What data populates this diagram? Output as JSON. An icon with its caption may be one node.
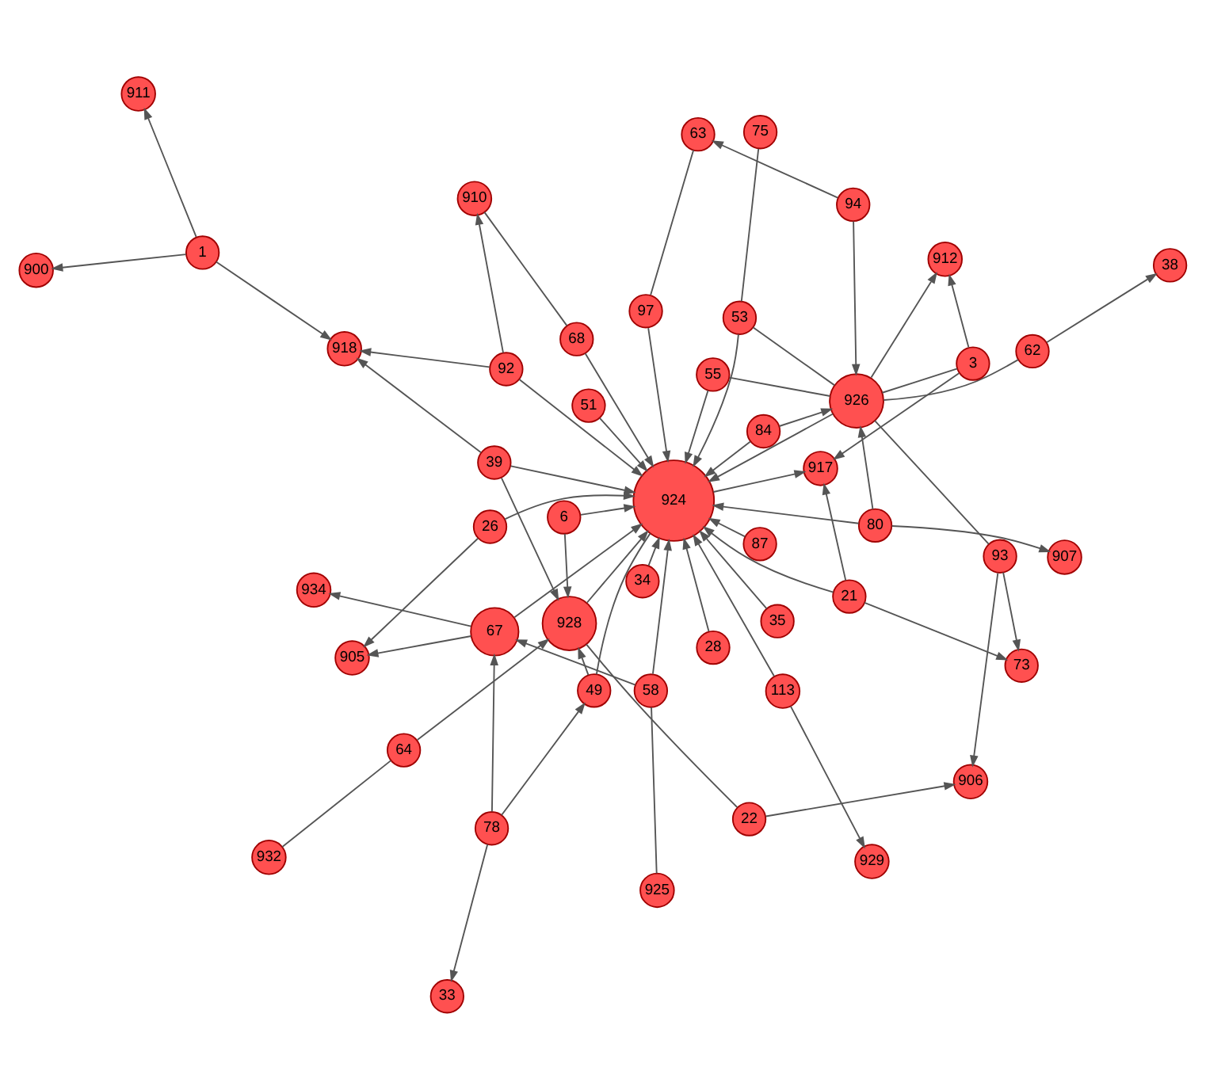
{
  "diagram": {
    "nodes": [
      {
        "text": [
          "932"
        ]
      },
      {
        "text": [
          "64"
        ]
      },
      {
        "text": [
          "67"
        ]
      },
      {
        "text": [
          "934"
        ]
      },
      {
        "text": [
          "38"
        ]
      },
      {
        "text": [
          "62"
        ]
      },
      {
        "text": [
          "22"
        ]
      },
      {
        "text": [
          "906"
        ]
      },
      {
        "text": [
          "925"
        ]
      },
      {
        "text": [
          "58"
        ]
      },
      {
        "text": [
          "928"
        ]
      },
      {
        "text": [
          "905"
        ]
      },
      {
        "text": [
          "35"
        ]
      },
      {
        "text": [
          "93"
        ]
      },
      {
        "text": [
          "78"
        ]
      },
      {
        "text": [
          "33"
        ]
      },
      {
        "text": [
          "929"
        ]
      },
      {
        "text": [
          "911"
        ]
      },
      {
        "text": [
          "900"
        ]
      },
      {
        "text": [
          "912"
        ]
      },
      {
        "text": [
          "1"
        ]
      },
      {
        "text": [
          "84"
        ]
      },
      {
        "text": [
          "55"
        ]
      },
      {
        "text": [
          "3"
        ]
      },
      {
        "text": [
          "49"
        ]
      },
      {
        "text": [
          "113"
        ]
      },
      {
        "text": [
          "926"
        ]
      },
      {
        "text": [
          "39"
        ]
      },
      {
        "text": [
          "924"
        ]
      },
      {
        "text": [
          "28"
        ]
      },
      {
        "text": [
          "918"
        ]
      },
      {
        "text": [
          "53"
        ]
      },
      {
        "text": [
          "26"
        ]
      },
      {
        "text": [
          "917"
        ]
      },
      {
        "text": [
          "75"
        ]
      },
      {
        "text": [
          "94"
        ]
      },
      {
        "text": [
          "6"
        ]
      },
      {
        "text": [
          "51"
        ]
      },
      {
        "text": [
          "97"
        ]
      },
      {
        "text": [
          "73"
        ]
      },
      {
        "text": [
          "63"
        ]
      },
      {
        "text": [
          "68"
        ]
      },
      {
        "text": [
          "80"
        ]
      },
      {
        "text": [
          "87"
        ]
      },
      {
        "text": [
          "34"
        ]
      },
      {
        "text": [
          "92"
        ]
      },
      {
        "text": [
          "907"
        ]
      },
      {
        "text": [
          "21"
        ]
      },
      {
        "text": [
          "910"
        ]
      }
    ],
    "edges": [
      {
        "from": 0,
        "to": 1,
        "arrow": "none"
      },
      {
        "from": 1,
        "to": 10,
        "arrow": "to"
      },
      {
        "from": 8,
        "to": 9,
        "arrow": "none"
      },
      {
        "from": 9,
        "to": 28,
        "arrow": "to"
      },
      {
        "from": 9,
        "to": 2,
        "arrow": "to"
      },
      {
        "from": 2,
        "to": 3,
        "arrow": "to"
      },
      {
        "from": 2,
        "to": 11,
        "arrow": "to"
      },
      {
        "from": 2,
        "to": 28,
        "arrow": "to"
      },
      {
        "from": 5,
        "to": 4,
        "arrow": "to"
      },
      {
        "from": 5,
        "to": 26,
        "arrow": "none"
      },
      {
        "from": 6,
        "to": 7,
        "arrow": "to"
      },
      {
        "from": 6,
        "to": 10,
        "arrow": "none"
      },
      {
        "from": 13,
        "to": 7,
        "arrow": "to"
      },
      {
        "from": 13,
        "to": 26,
        "arrow": "none"
      },
      {
        "from": 13,
        "to": 39,
        "arrow": "to"
      },
      {
        "from": 14,
        "to": 2,
        "arrow": "to"
      },
      {
        "from": 14,
        "to": 15,
        "arrow": "to"
      },
      {
        "from": 14,
        "to": 24,
        "arrow": "to"
      },
      {
        "from": 24,
        "to": 10,
        "arrow": "to"
      },
      {
        "from": 24,
        "to": 28,
        "arrow": "none"
      },
      {
        "from": 25,
        "to": 16,
        "arrow": "to"
      },
      {
        "from": 25,
        "to": 28,
        "arrow": "to"
      },
      {
        "from": 12,
        "to": 28,
        "arrow": "to"
      },
      {
        "from": 20,
        "to": 17,
        "arrow": "to"
      },
      {
        "from": 20,
        "to": 18,
        "arrow": "to"
      },
      {
        "from": 20,
        "to": 30,
        "arrow": "to"
      },
      {
        "from": 23,
        "to": 19,
        "arrow": "to"
      },
      {
        "from": 23,
        "to": 33,
        "arrow": "to"
      },
      {
        "from": 23,
        "to": 26,
        "arrow": "none"
      },
      {
        "from": 26,
        "to": 19,
        "arrow": "to"
      },
      {
        "from": 21,
        "to": 26,
        "arrow": "to"
      },
      {
        "from": 21,
        "to": 28,
        "arrow": "to"
      },
      {
        "from": 22,
        "to": 28,
        "arrow": "to"
      },
      {
        "from": 22,
        "to": 26,
        "arrow": "none"
      },
      {
        "from": 29,
        "to": 28,
        "arrow": "to"
      },
      {
        "from": 27,
        "to": 30,
        "arrow": "to"
      },
      {
        "from": 27,
        "to": 10,
        "arrow": "to"
      },
      {
        "from": 27,
        "to": 28,
        "arrow": "to"
      },
      {
        "from": 31,
        "to": 34,
        "arrow": "none"
      },
      {
        "from": 31,
        "to": 26,
        "arrow": "none"
      },
      {
        "from": 31,
        "to": 28,
        "arrow": "to"
      },
      {
        "from": 45,
        "to": 30,
        "arrow": "to"
      },
      {
        "from": 45,
        "to": 48,
        "arrow": "to"
      },
      {
        "from": 45,
        "to": 28,
        "arrow": "to"
      },
      {
        "from": 35,
        "to": 26,
        "arrow": "to"
      },
      {
        "from": 35,
        "to": 40,
        "arrow": "to"
      },
      {
        "from": 38,
        "to": 40,
        "arrow": "none"
      },
      {
        "from": 38,
        "to": 28,
        "arrow": "to"
      },
      {
        "from": 36,
        "to": 10,
        "arrow": "to"
      },
      {
        "from": 36,
        "to": 28,
        "arrow": "to"
      },
      {
        "from": 32,
        "to": 11,
        "arrow": "to"
      },
      {
        "from": 32,
        "to": 28,
        "arrow": "to"
      },
      {
        "from": 42,
        "to": 26,
        "arrow": "to"
      },
      {
        "from": 42,
        "to": 46,
        "arrow": "to"
      },
      {
        "from": 42,
        "to": 28,
        "arrow": "to"
      },
      {
        "from": 41,
        "to": 48,
        "arrow": "none"
      },
      {
        "from": 41,
        "to": 28,
        "arrow": "to"
      },
      {
        "from": 37,
        "to": 28,
        "arrow": "to"
      },
      {
        "from": 43,
        "to": 28,
        "arrow": "to"
      },
      {
        "from": 44,
        "to": 28,
        "arrow": "to"
      },
      {
        "from": 47,
        "to": 28,
        "arrow": "to"
      },
      {
        "from": 47,
        "to": 33,
        "arrow": "to"
      },
      {
        "from": 47,
        "to": 39,
        "arrow": "to"
      },
      {
        "from": 28,
        "to": 33,
        "arrow": "to"
      },
      {
        "from": 10,
        "to": 28,
        "arrow": "to"
      },
      {
        "from": 26,
        "to": 28,
        "arrow": "to"
      }
    ]
  }
}
